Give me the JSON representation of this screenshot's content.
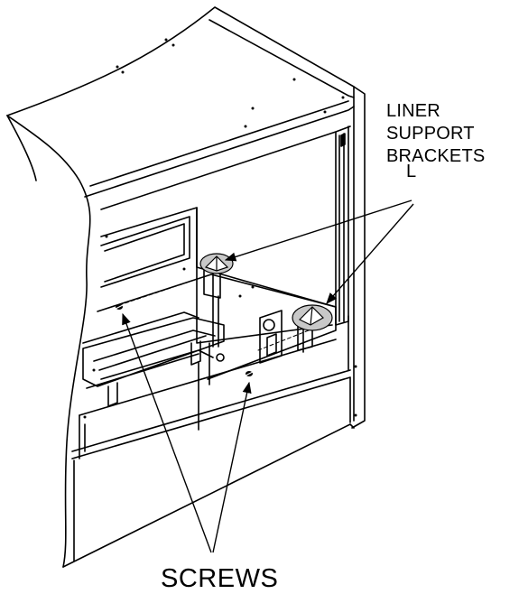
{
  "labels": {
    "liner_support_brackets": {
      "line1": "LINER",
      "line2": "SUPPORT",
      "line3": "BRACKETS",
      "line4": "L"
    },
    "screws": "SCREWS"
  },
  "colors": {
    "line": "#000000",
    "background": "#ffffff",
    "bracket_highlight": "#c8c8c8"
  }
}
